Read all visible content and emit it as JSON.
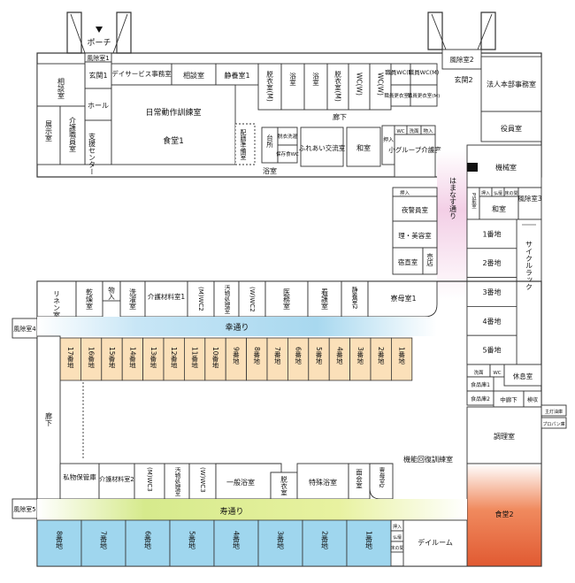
{
  "rooms_top": {
    "porch": "ポーチ",
    "windbreak1": "風除室1",
    "entrance1": "玄関1",
    "consult_left": "相談室",
    "hall": "ホール",
    "exhibition": "展示室",
    "care_staff": "介護職員室",
    "support_center": "支援センター",
    "day_service": "デイサービス事務室",
    "consult": "相談室",
    "rest1": "静養室1",
    "adl_training": "日常動作訓練室",
    "dining1": "食堂1",
    "serving_prep": "配膳準備室",
    "changing_m1": "脱衣室(M)",
    "bath": "浴室",
    "changing_m2": "脱衣室(M)",
    "wc_w1": "WC(W)",
    "wc_w2": "WC(W)",
    "staff_wc_w": "職員WC(W)",
    "staff_wc_m": "職員WC(M)",
    "staff_change_w": "職員更衣室(W)",
    "staff_change_m": "職員更衣室(M)",
    "windbreak2": "風除室2",
    "entrance2": "玄関2",
    "corridor_top": "廊下",
    "kitchen_small": "台所",
    "washroom_small": "脱衣洗濯",
    "storage_small": "保存食WC",
    "bathroom_small": "浴室",
    "fureai": "ふれあい交流室",
    "washitsu": "和室",
    "wc_small1": "WC",
    "wash_small": "洗面",
    "storage_small2": "物入",
    "closet_small": "押入",
    "small_group": "小グループ介護室",
    "hq_office": "法人本部事務室",
    "officer_room": "役員室"
  },
  "rooms_mid": {
    "machine_room": "機械室",
    "closet_ps": "押入",
    "altar": "仏壇",
    "ps_front": "PS前室",
    "bath_small": "床の間",
    "washitsu2": "和室",
    "windbreak3": "風除室3",
    "hamanasu": "はまなす通り",
    "closet_night": "押入",
    "night_guard": "夜警員室",
    "beauty": "理・美容室",
    "duty_room": "宿直室",
    "shop": "売店",
    "cycle_rack": "サイクルラック"
  },
  "ward_right": [
    "1番地",
    "2番地",
    "3番地",
    "4番地",
    "5番地"
  ],
  "row_north": {
    "linen": "リネン室",
    "dry": "乾燥室",
    "storage": "物入",
    "laundry": "洗濯室",
    "care_material1": "介護材料室1",
    "wc2": "(M)WC2",
    "soiled": "汚物処理室",
    "wc2w": "(W)WC2",
    "medical": "医務室",
    "nurse": "看護室",
    "rest2": "静養室2",
    "bedroom1": "寮母室1"
  },
  "windbreak4": "風除室4",
  "windbreak5": "風除室5",
  "saiwai_street": "幸通り",
  "kotobuki_street": "寿通り",
  "ward_north_cells": [
    "17番地",
    "16番地",
    "15番地",
    "14番地",
    "13番地",
    "12番地",
    "11番地",
    "10番地",
    "9番地",
    "8番地",
    "7番地",
    "6番地",
    "5番地",
    "4番地",
    "3番地",
    "2番地",
    "1番地"
  ],
  "corridor_left": "廊下",
  "right_side": {
    "food1": "食品庫1",
    "food2": "食品庫2",
    "wash_corner": "洗面",
    "wc_corner": "WC",
    "rest_room": "休息室",
    "middle_corridor": "中廊下",
    "inspection": "検収",
    "main_electric": "主灯油庫",
    "propane": "プロパン庫",
    "cooking": "調理室",
    "dining2": "食堂2",
    "rehab": "機能回復訓練室",
    "dayroom": "デイルーム",
    "closet_b": "押入",
    "altar_b": "仏壇",
    "bath_b": "床の間"
  },
  "row_south": {
    "private_storage": "私物保管庫",
    "care_material2": "介護材料室2",
    "wc3m": "(M)WC3",
    "soiled2": "汚物処理室",
    "wc3w": "(W)WC3",
    "general_bath": "一般浴室",
    "changing": "脱衣室",
    "special_bath": "特殊浴室",
    "visit": "面会室",
    "bedroom2": "寮母室2"
  },
  "ward_south_cells": [
    "8番地",
    "7番地",
    "6番地",
    "5番地",
    "4番地",
    "3番地",
    "2番地",
    "1番地"
  ],
  "colors": {
    "orange_cells": "#fbe0b9",
    "blue_cells": "#9fd6ee",
    "green_room": "#6bbf70",
    "pink_nurse": "#f6a7b3",
    "yellow_rest": "#f3ec6a",
    "general_bath": "#f6b75a",
    "special_bath": "#f5ef52",
    "dining2": "#ea6a3e"
  }
}
